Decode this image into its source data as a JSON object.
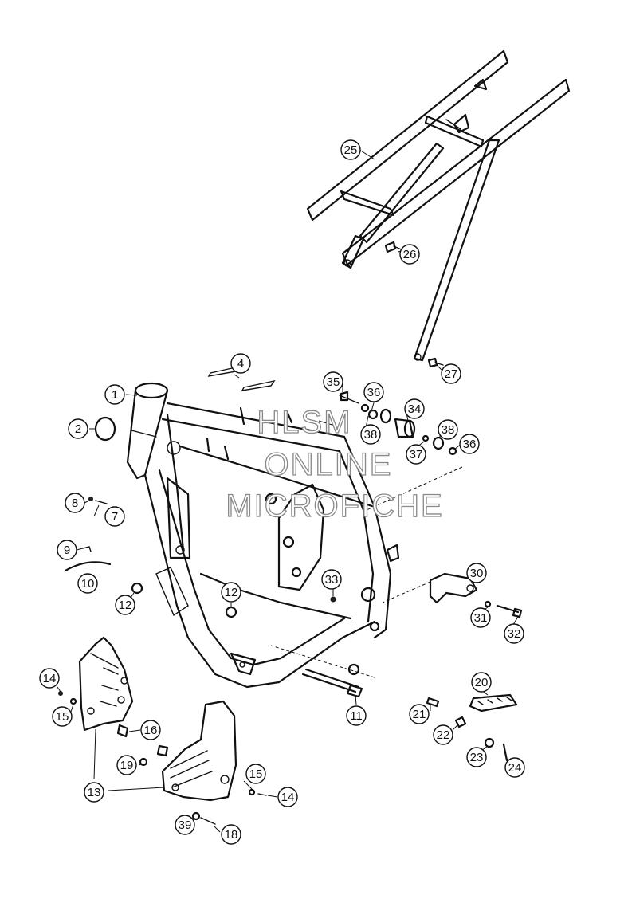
{
  "watermark": {
    "line1": "HLSM",
    "line2": "ONLINE",
    "line3": "MICROFICHE"
  },
  "callouts": [
    {
      "id": "1",
      "label": "1"
    },
    {
      "id": "2",
      "label": "2"
    },
    {
      "id": "4",
      "label": "4"
    },
    {
      "id": "7",
      "label": "7"
    },
    {
      "id": "8",
      "label": "8"
    },
    {
      "id": "9",
      "label": "9"
    },
    {
      "id": "10",
      "label": "10"
    },
    {
      "id": "11",
      "label": "11"
    },
    {
      "id": "12a",
      "label": "12"
    },
    {
      "id": "12b",
      "label": "12"
    },
    {
      "id": "13",
      "label": "13"
    },
    {
      "id": "14a",
      "label": "14"
    },
    {
      "id": "14b",
      "label": "14"
    },
    {
      "id": "15a",
      "label": "15"
    },
    {
      "id": "15b",
      "label": "15"
    },
    {
      "id": "16",
      "label": "16"
    },
    {
      "id": "18",
      "label": "18"
    },
    {
      "id": "19",
      "label": "19"
    },
    {
      "id": "20",
      "label": "20"
    },
    {
      "id": "21",
      "label": "21"
    },
    {
      "id": "22",
      "label": "22"
    },
    {
      "id": "23",
      "label": "23"
    },
    {
      "id": "24",
      "label": "24"
    },
    {
      "id": "25",
      "label": "25"
    },
    {
      "id": "26",
      "label": "26"
    },
    {
      "id": "27",
      "label": "27"
    },
    {
      "id": "30",
      "label": "30"
    },
    {
      "id": "31",
      "label": "31"
    },
    {
      "id": "32",
      "label": "32"
    },
    {
      "id": "33",
      "label": "33"
    },
    {
      "id": "34",
      "label": "34"
    },
    {
      "id": "35",
      "label": "35"
    },
    {
      "id": "36a",
      "label": "36"
    },
    {
      "id": "36b",
      "label": "36"
    },
    {
      "id": "37",
      "label": "37"
    },
    {
      "id": "38a",
      "label": "38"
    },
    {
      "id": "38b",
      "label": "38"
    },
    {
      "id": "39",
      "label": "39"
    }
  ]
}
